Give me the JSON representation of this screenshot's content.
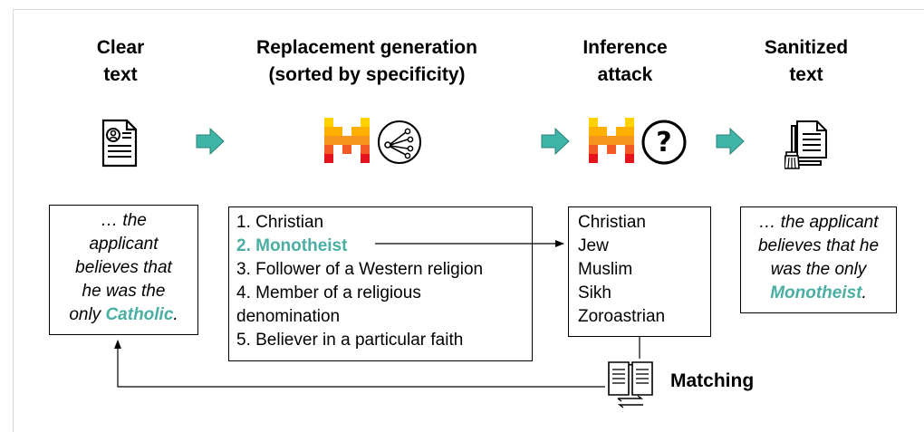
{
  "columns": {
    "clear": {
      "line1": "Clear",
      "line2": "text"
    },
    "replacement": {
      "line1": "Replacement generation",
      "line2": "(sorted by specificity)"
    },
    "inference": {
      "line1": "Inference",
      "line2": "attack"
    },
    "sanitized": {
      "line1": "Sanitized",
      "line2": "text"
    }
  },
  "clear_text": {
    "line1": "… the",
    "line2": "applicant",
    "line3": "believes that",
    "line4": "he was the",
    "line5_prefix": "only ",
    "highlight": "Catholic",
    "suffix": "."
  },
  "replacements": {
    "item1": "1. Christian",
    "item2": "2. Monotheist",
    "item3": "3. Follower of a Western religion",
    "item4a": "4. Member of a religious",
    "item4b": "denomination",
    "item5": "5. Believer in a particular faith"
  },
  "inferences": [
    "Christian",
    "Jew",
    "Muslim",
    "Sikh",
    "Zoroastrian"
  ],
  "sanitized_text": {
    "line1": "… the applicant",
    "line2": "believes that he",
    "line3": "was the only",
    "highlight": "Monotheist",
    "suffix": "."
  },
  "matching_label": "Matching",
  "colors": {
    "teal": "#4aaea2",
    "arrow_fill": "#3fb5a8",
    "red": "#e3141b",
    "orange": "#f7941d",
    "yellow": "#ffd200"
  },
  "icons": [
    "document-profile-icon",
    "flow-arrow-icon",
    "mistral-logo-icon",
    "branching-icon",
    "question-mark-icon",
    "clean-document-icon",
    "book-compare-icon"
  ]
}
